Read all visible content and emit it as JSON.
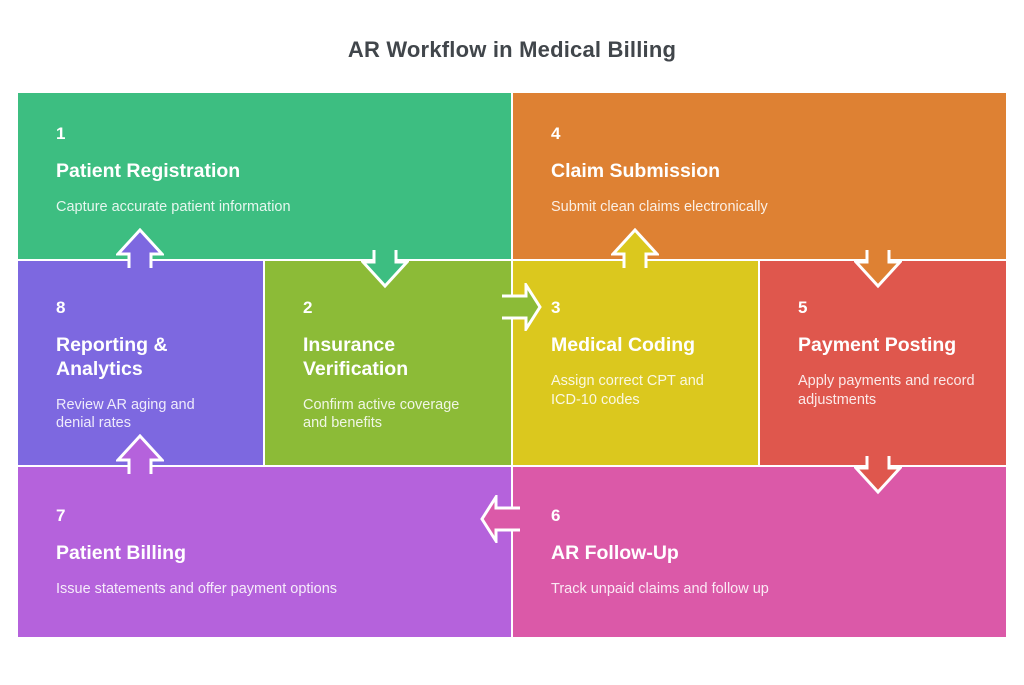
{
  "page": {
    "title": "AR Workflow in Medical Billing",
    "title_color": "#41464B",
    "background": "#ffffff"
  },
  "steps": [
    {
      "number": "1",
      "title": "Patient Registration",
      "description": "Capture accurate patient information",
      "color": "#3DBE81"
    },
    {
      "number": "2",
      "title": "Insurance Verification",
      "description": "Confirm active coverage and benefits",
      "color": "#8CBB37"
    },
    {
      "number": "3",
      "title": "Medical Coding",
      "description": "Assign correct CPT and ICD-10 codes",
      "color": "#DBC81E"
    },
    {
      "number": "4",
      "title": "Claim Submission",
      "description": "Submit clean claims electronically",
      "color": "#DE8133"
    },
    {
      "number": "5",
      "title": "Payment Posting",
      "description": "Apply payments and record adjustments",
      "color": "#DF574D"
    },
    {
      "number": "6",
      "title": "AR Follow-Up",
      "description": "Track unpaid claims and follow up",
      "color": "#DB59A8"
    },
    {
      "number": "7",
      "title": "Patient Billing",
      "description": "Issue statements and offer payment options",
      "color": "#B562DC"
    },
    {
      "number": "8",
      "title": "Reporting & Analytics",
      "description": "Review AR aging and denial rates",
      "color": "#7D68E0"
    }
  ],
  "arrows": [
    {
      "name": "arrow-8-to-1",
      "direction": "up",
      "color": "#7D68E0"
    },
    {
      "name": "arrow-1-to-2",
      "direction": "down",
      "color": "#3DBE81"
    },
    {
      "name": "arrow-2-to-3",
      "direction": "right",
      "color": "#8CBB37"
    },
    {
      "name": "arrow-3-to-4",
      "direction": "up",
      "color": "#DBC81E"
    },
    {
      "name": "arrow-4-to-5",
      "direction": "down",
      "color": "#DE8133"
    },
    {
      "name": "arrow-5-to-6",
      "direction": "down",
      "color": "#DF574D"
    },
    {
      "name": "arrow-6-to-7",
      "direction": "left",
      "color": "#DB59A8"
    },
    {
      "name": "arrow-7-to-8",
      "direction": "up",
      "color": "#B562DC"
    }
  ],
  "arrow_outline": "#ffffff"
}
